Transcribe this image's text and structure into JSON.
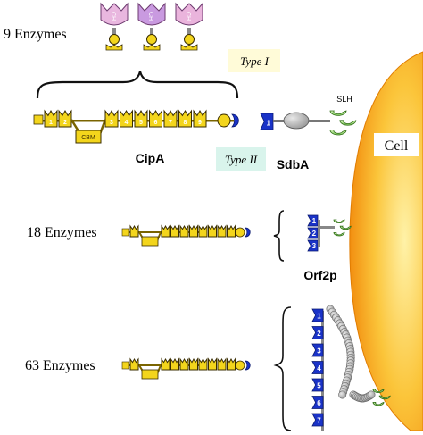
{
  "labels": {
    "enzymes_9": "9 Enzymes",
    "enzymes_18": "18 Enzymes",
    "enzymes_63": "63 Enzymes",
    "type_1": "Type I",
    "type_2": "Type II",
    "cell": "Cell",
    "cipa": "CipA",
    "sdba": "SdbA",
    "orf2p": "Orf2p",
    "slh": "SLH",
    "cbm": "CBM"
  },
  "enzymes": [
    {
      "label": "CH",
      "color": "#e9b7df"
    },
    {
      "label": "CH",
      "color": "#c99ae0"
    },
    {
      "label": "CH",
      "color": "#eab4dc"
    }
  ],
  "cipa_cohesins": [
    "1",
    "2",
    "3",
    "4",
    "5",
    "6",
    "7",
    "8",
    "9"
  ],
  "orf2p_type2_cohesins": [
    "1",
    "2",
    "3"
  ],
  "long_scaffold_type2_cohesins": [
    "1",
    "2",
    "3",
    "4",
    "5",
    "6",
    "7"
  ],
  "colors": {
    "cohesin_yellow": "#f3d51c",
    "outline": "#3a2d00",
    "dockerin_blue": "#1a33c8",
    "cell_orange": "#f8a21a",
    "slh_green": "#9ed97a",
    "linker_gray": "#a7a7a7",
    "type1_box": "#fffbd8",
    "type2_box": "#d9f4ec"
  }
}
